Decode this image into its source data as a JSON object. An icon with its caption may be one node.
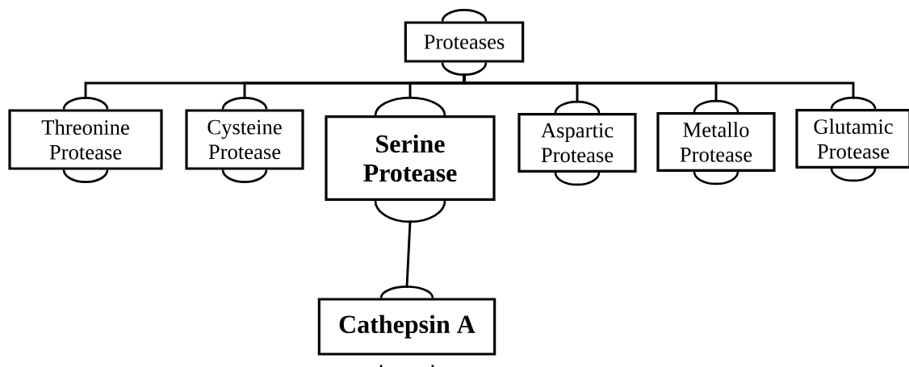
{
  "diagram": {
    "nodes": [
      {
        "text": [
          "Proteases"
        ]
      },
      {
        "text": [
          "Threonine Protease"
        ]
      },
      {
        "text": [
          "Cysteine Protease"
        ]
      },
      {
        "text": [
          "Serine Protease"
        ]
      },
      {
        "text": [
          "Aspartic Protease"
        ]
      },
      {
        "text": [
          "Metallo Protease"
        ]
      },
      {
        "text": [
          "Glutamic Protease"
        ]
      },
      {
        "text": [
          "Cathepsin A"
        ]
      }
    ],
    "edges": [
      {
        "from": 0,
        "to": 1,
        "arrow": "none"
      },
      {
        "from": 0,
        "to": 2,
        "arrow": "none"
      },
      {
        "from": 0,
        "to": 3,
        "arrow": "none"
      },
      {
        "from": 0,
        "to": 4,
        "arrow": "none"
      },
      {
        "from": 0,
        "to": 5,
        "arrow": "none"
      },
      {
        "from": 0,
        "to": 6,
        "arrow": "none"
      },
      {
        "from": 3,
        "to": 7,
        "arrow": "none"
      }
    ]
  }
}
